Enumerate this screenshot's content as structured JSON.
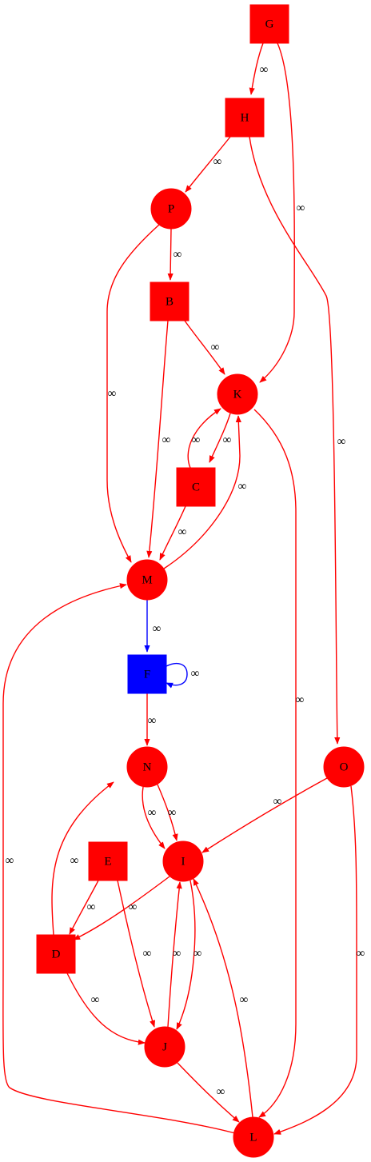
{
  "colors": {
    "red": "#ff0000",
    "blue": "#0000ff",
    "label": "#000000"
  },
  "nodes": [
    {
      "id": "G",
      "label": "G",
      "shape": "square",
      "color": "red"
    },
    {
      "id": "H",
      "label": "H",
      "shape": "square",
      "color": "red"
    },
    {
      "id": "P",
      "label": "P",
      "shape": "circle",
      "color": "red"
    },
    {
      "id": "B",
      "label": "B",
      "shape": "square",
      "color": "red"
    },
    {
      "id": "K",
      "label": "K",
      "shape": "circle",
      "color": "red"
    },
    {
      "id": "C",
      "label": "C",
      "shape": "square",
      "color": "red"
    },
    {
      "id": "M",
      "label": "M",
      "shape": "circle",
      "color": "red"
    },
    {
      "id": "F",
      "label": "F",
      "shape": "square",
      "color": "blue"
    },
    {
      "id": "N",
      "label": "N",
      "shape": "circle",
      "color": "red"
    },
    {
      "id": "O",
      "label": "O",
      "shape": "circle",
      "color": "red"
    },
    {
      "id": "E",
      "label": "E",
      "shape": "square",
      "color": "red"
    },
    {
      "id": "I",
      "label": "I",
      "shape": "circle",
      "color": "red"
    },
    {
      "id": "D",
      "label": "D",
      "shape": "square",
      "color": "red"
    },
    {
      "id": "J",
      "label": "J",
      "shape": "circle",
      "color": "red"
    },
    {
      "id": "L",
      "label": "L",
      "shape": "circle",
      "color": "red"
    }
  ],
  "edges": [
    {
      "from": "G",
      "to": "H",
      "label": "∞",
      "color": "red"
    },
    {
      "from": "G",
      "to": "K",
      "label": "∞",
      "color": "red"
    },
    {
      "from": "H",
      "to": "P",
      "label": "∞",
      "color": "red"
    },
    {
      "from": "H",
      "to": "O",
      "label": "∞",
      "color": "red"
    },
    {
      "from": "P",
      "to": "B",
      "label": "∞",
      "color": "red"
    },
    {
      "from": "P",
      "to": "M",
      "label": "∞",
      "color": "red"
    },
    {
      "from": "B",
      "to": "K",
      "label": "∞",
      "color": "red"
    },
    {
      "from": "B",
      "to": "M",
      "label": "∞",
      "color": "red"
    },
    {
      "from": "K",
      "to": "C",
      "label": "∞",
      "color": "red"
    },
    {
      "from": "C",
      "to": "K",
      "label": "∞",
      "color": "red"
    },
    {
      "from": "K",
      "to": "L",
      "label": "∞",
      "color": "red"
    },
    {
      "from": "C",
      "to": "M",
      "label": "∞",
      "color": "red"
    },
    {
      "from": "M",
      "to": "K",
      "label": "∞",
      "color": "red"
    },
    {
      "from": "M",
      "to": "F",
      "label": "∞",
      "color": "blue"
    },
    {
      "from": "F",
      "to": "F",
      "label": "∞",
      "color": "blue"
    },
    {
      "from": "F",
      "to": "N",
      "label": "∞",
      "color": "red"
    },
    {
      "from": "N",
      "to": "I",
      "label": "∞",
      "color": "red"
    },
    {
      "from": "N",
      "to": "I",
      "label": "∞",
      "color": "red"
    },
    {
      "from": "O",
      "to": "I",
      "label": "∞",
      "color": "red"
    },
    {
      "from": "O",
      "to": "L",
      "label": "∞",
      "color": "red"
    },
    {
      "from": "D",
      "to": "N",
      "label": "∞",
      "color": "red"
    },
    {
      "from": "E",
      "to": "D",
      "label": "∞",
      "color": "red"
    },
    {
      "from": "E",
      "to": "J",
      "label": "∞",
      "color": "red"
    },
    {
      "from": "I",
      "to": "D",
      "label": "∞",
      "color": "red"
    },
    {
      "from": "I",
      "to": "J",
      "label": "∞",
      "color": "red"
    },
    {
      "from": "J",
      "to": "I",
      "label": "∞",
      "color": "red"
    },
    {
      "from": "D",
      "to": "J",
      "label": "∞",
      "color": "red"
    },
    {
      "from": "J",
      "to": "L",
      "label": "∞",
      "color": "red"
    },
    {
      "from": "L",
      "to": "I",
      "label": "∞",
      "color": "red"
    },
    {
      "from": "L",
      "to": "M",
      "label": "∞",
      "color": "red"
    }
  ]
}
